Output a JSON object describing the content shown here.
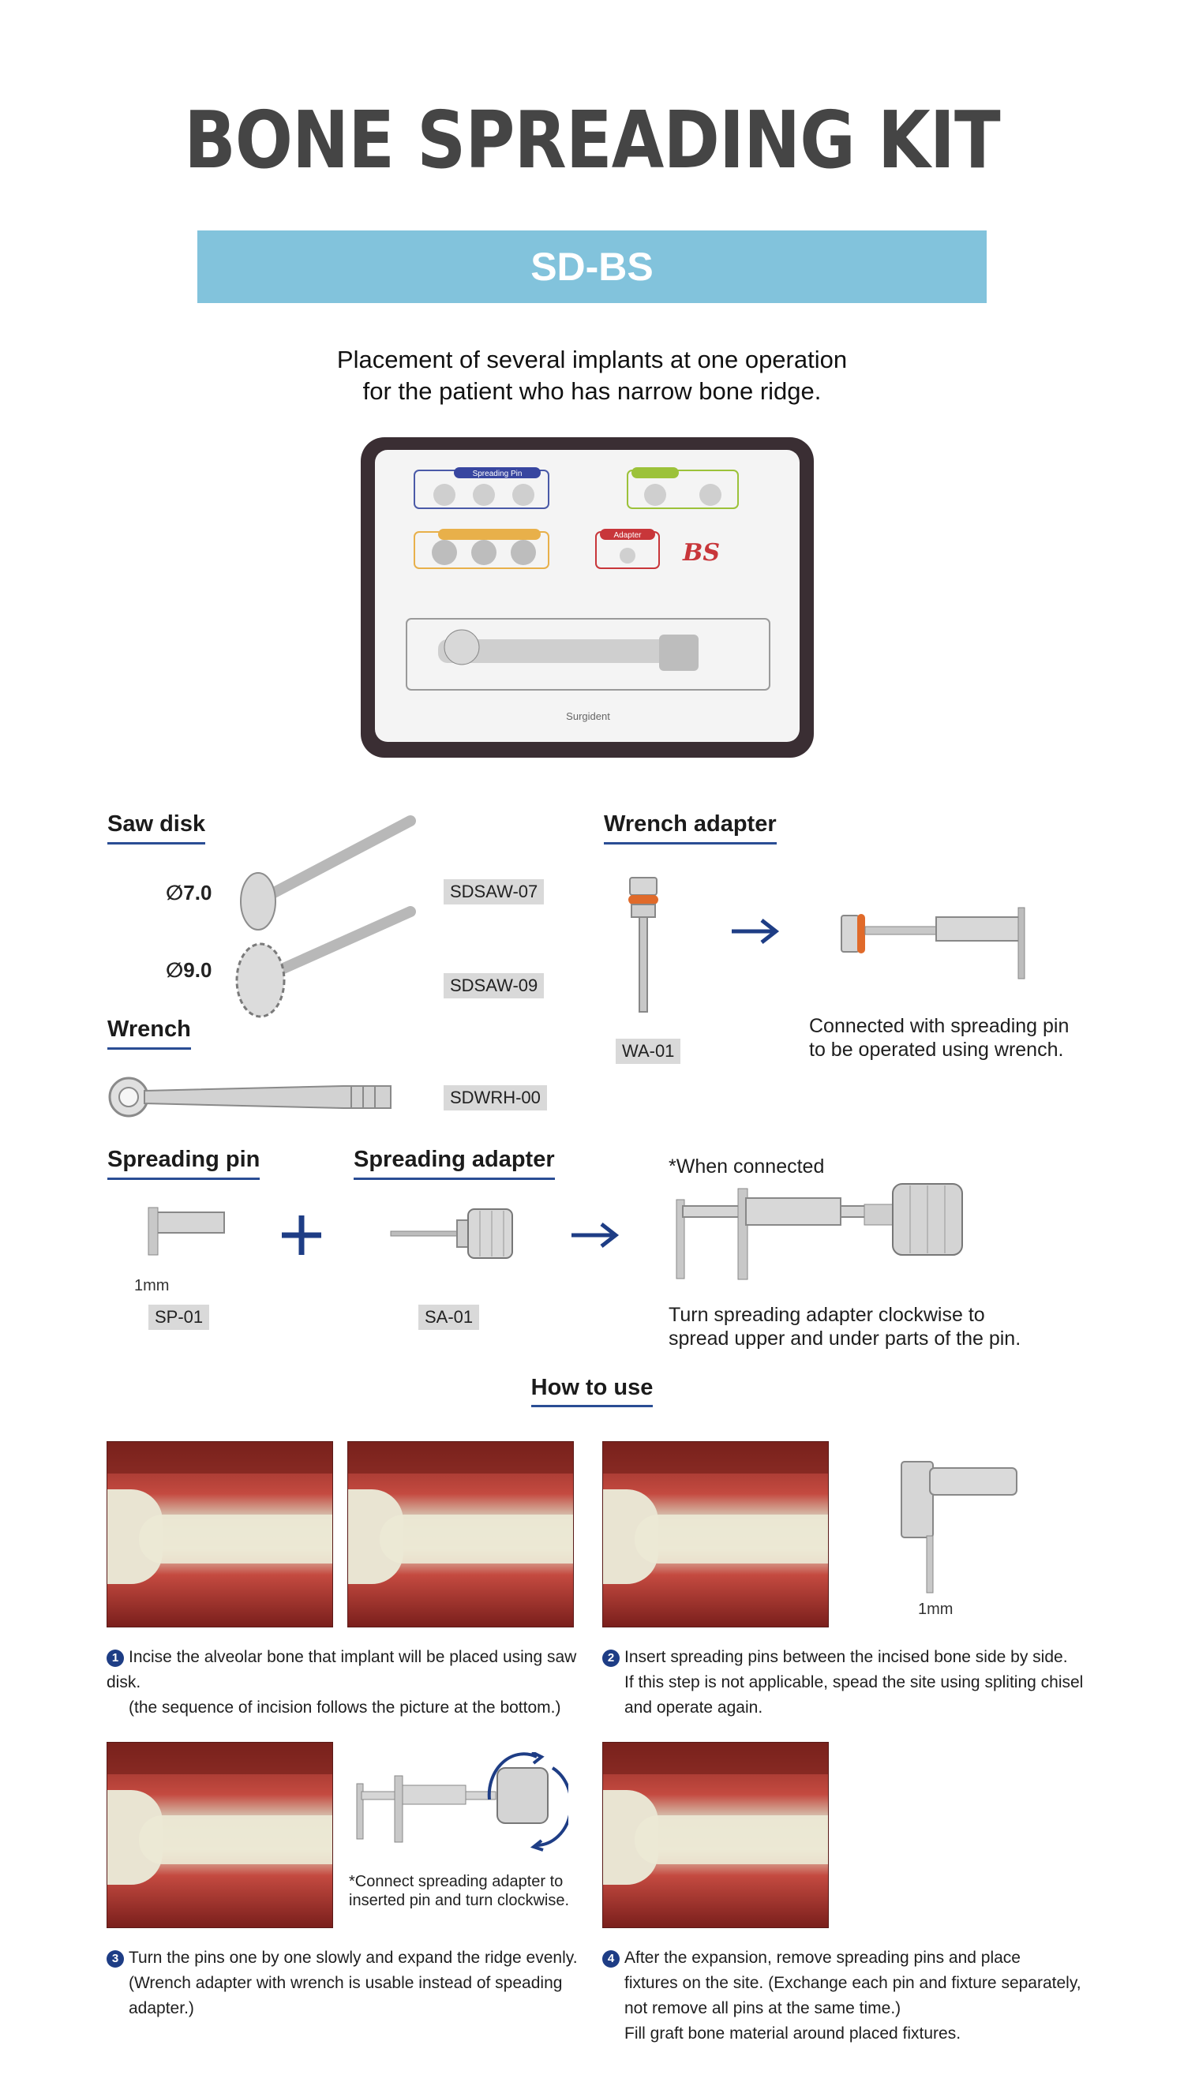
{
  "title": "BONE SPREADING KIT",
  "model": "SD-BS",
  "tagline": [
    "Placement of several implants at one operation",
    "for the patient who has narrow bone ridge."
  ],
  "kit_tray": {
    "spreading_pin_label": "Spreading Pin",
    "adapter_label": "Adapter",
    "logo": "BS",
    "brand": "Surgident"
  },
  "saw_disk": {
    "heading": "Saw disk",
    "items": [
      {
        "diameter": "∅7.0",
        "code": "SDSAW-07"
      },
      {
        "diameter": "∅9.0",
        "code": "SDSAW-09"
      }
    ]
  },
  "wrench": {
    "heading": "Wrench",
    "code": "SDWRH-00"
  },
  "wrench_adapter": {
    "heading": "Wrench adapter",
    "code": "WA-01",
    "note": [
      "Connected with spreading pin",
      "to be operated using wrench."
    ]
  },
  "spreading_pin": {
    "heading": "Spreading pin",
    "code": "SP-01",
    "dimension": "1mm"
  },
  "spreading_adapter": {
    "heading": "Spreading adapter",
    "code": "SA-01"
  },
  "when_connected": {
    "label": "*When connected",
    "note": [
      "Turn spreading adapter clockwise to",
      "spread upper and under parts of the pin."
    ]
  },
  "how_to_use": {
    "heading": "How to use",
    "pin_dimension": "1mm",
    "connect_note": [
      "*Connect spreading adapter to",
      "inserted pin and turn clockwise."
    ],
    "steps": [
      {
        "number": "1",
        "lines": [
          "Incise the alveolar bone that implant will be placed using saw disk.",
          "(the sequence of incision follows the picture at the bottom.)"
        ]
      },
      {
        "number": "2",
        "lines": [
          "Insert spreading pins between the incised bone side by side.",
          "If this step is not applicable, spead the site using spliting chisel",
          "and operate again."
        ]
      },
      {
        "number": "3",
        "lines": [
          "Turn the pins one by one slowly and expand the ridge evenly.",
          "(Wrench adapter with wrench is usable instead of speading adapter.)"
        ]
      },
      {
        "number": "4",
        "lines": [
          "After the expansion, remove spreading pins and place",
          "fixtures on the site. (Exchange each pin and fixture separately,",
          "not remove all pins at the same time.)",
          "Fill graft bone material around placed fixtures."
        ]
      }
    ]
  },
  "colors": {
    "banner": "#82c3dc",
    "accent_blue": "#1e3d85",
    "title_gray": "#454545"
  },
  "icons": [
    "arrow-right-icon",
    "plus-icon",
    "rotate-clockwise-icon"
  ]
}
